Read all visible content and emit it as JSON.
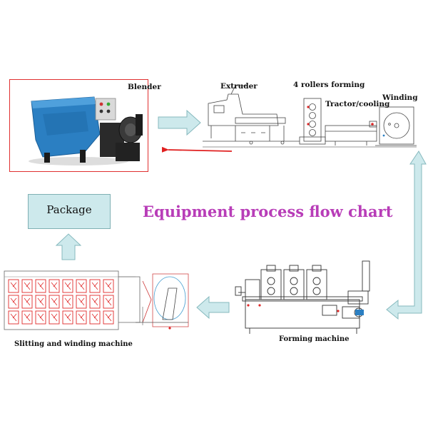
{
  "title": "Equipment process flow chart",
  "nodes": {
    "blender": "Blender",
    "extruder": "Extruder",
    "rollers": "4 rollers forming",
    "tractor": "Tractor/cooling",
    "winding": "Winding",
    "package": "Package",
    "forming": "Forming machine",
    "slitting": "Slitting and winding machine"
  },
  "colors": {
    "title": "#b83db8",
    "arrow_fill": "#cde9ec",
    "arrow_stroke": "#86b9be",
    "package_fill": "#cde9ec",
    "blender_border": "#e03030",
    "return_arrow": "#e02020",
    "machine_blue": "#2b7fc2",
    "slitter_red": "#e02828"
  }
}
